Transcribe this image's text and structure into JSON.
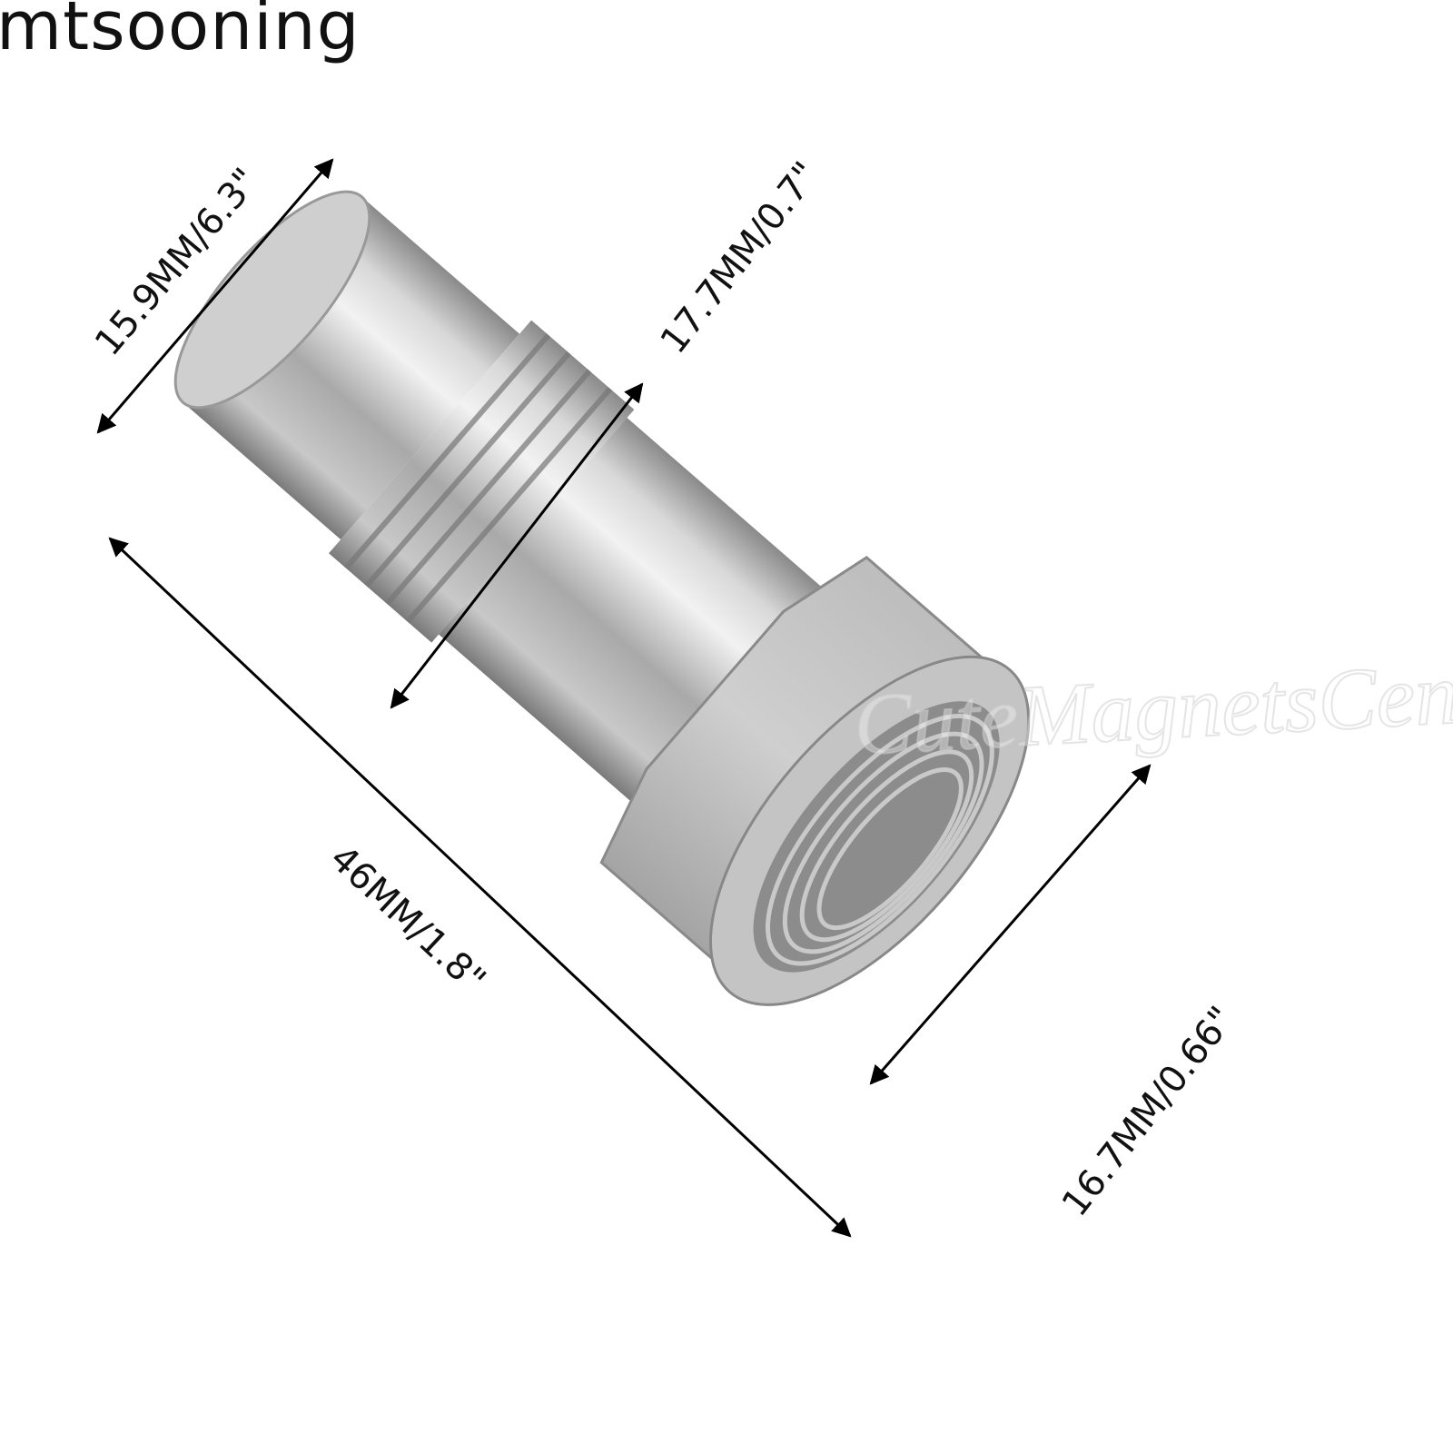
{
  "brand": "mtsooning",
  "watermark": "CuteMagnetsCenter",
  "product": "metal-threaded-extension-fitting",
  "dimensions": {
    "tube_diameter": "15.9MM/6.3\"",
    "thread_diameter": "17.7MM/0.7\"",
    "length": "46MM/1.8\"",
    "inner_diameter": "16.7MM/0.66\""
  },
  "colors": {
    "metal": "#b8b8b8",
    "arrow": "#000000",
    "background": "#ffffff"
  }
}
